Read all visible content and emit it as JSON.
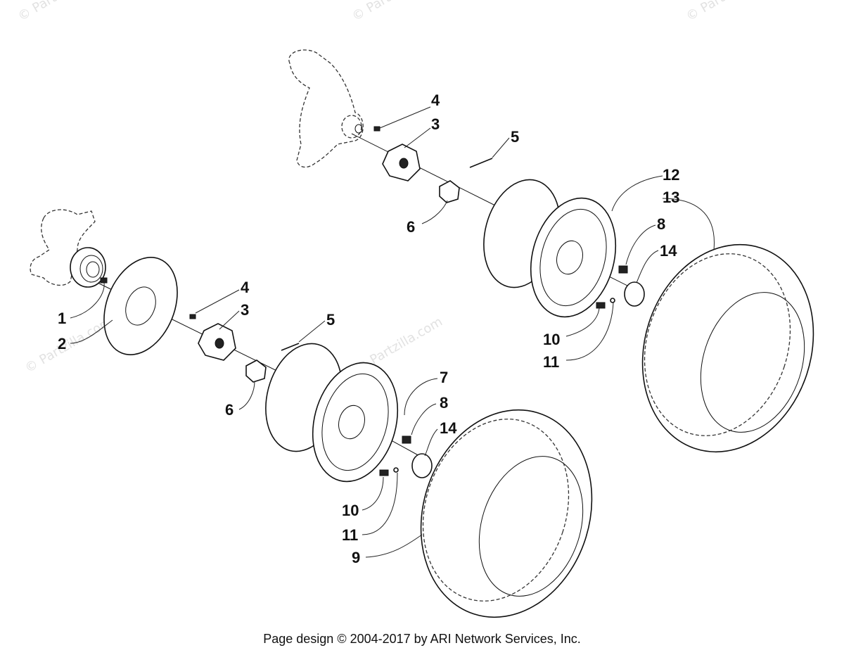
{
  "watermark": "© Partzilla.com",
  "footer": "Page design © 2004-2017 by ARI Network Services, Inc.",
  "callouts": {
    "c1": "1",
    "c2": "2",
    "c3a": "3",
    "c4a": "4",
    "c5a": "5",
    "c6a": "6",
    "c3b": "3",
    "c4b": "4",
    "c5b": "5",
    "c6b": "6",
    "c7": "7",
    "c8a": "8",
    "c14a": "14",
    "c10a": "10",
    "c11a": "11",
    "c9": "9",
    "c12": "12",
    "c13": "13",
    "c8b": "8",
    "c14b": "14",
    "c10b": "10",
    "c11b": "11"
  }
}
